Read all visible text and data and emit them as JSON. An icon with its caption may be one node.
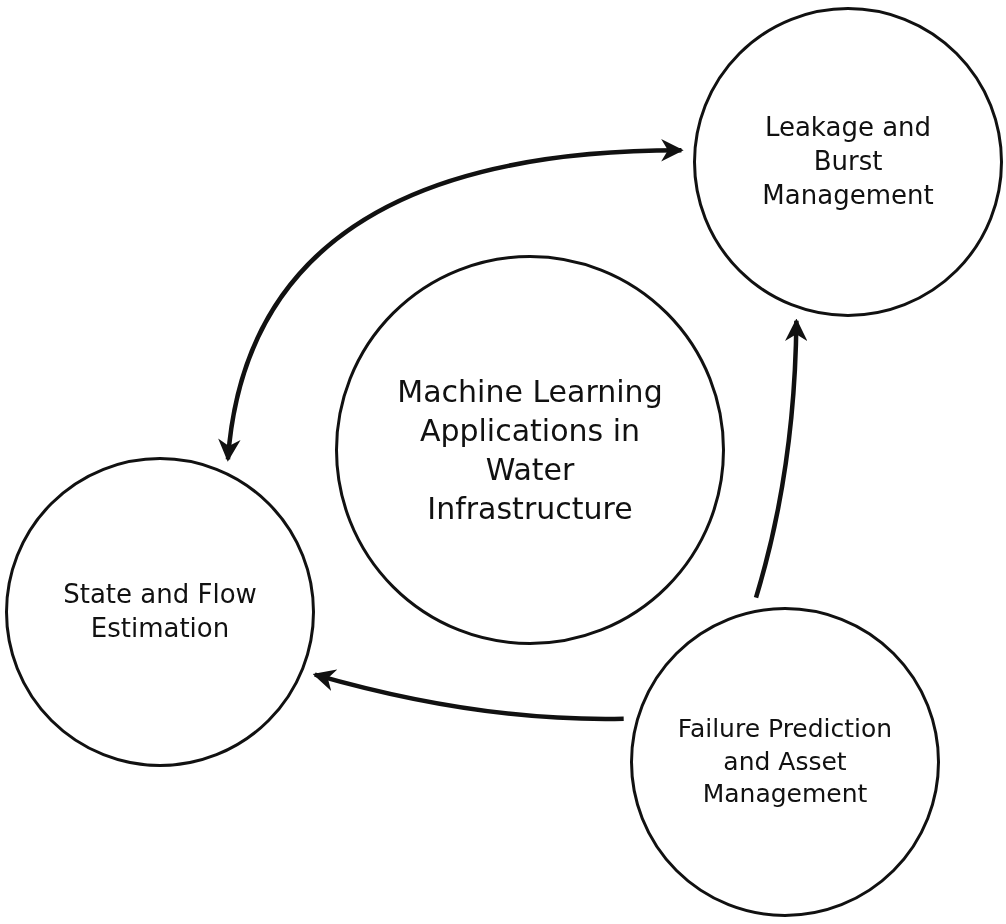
{
  "diagram": {
    "nodes": [
      {
        "text": [
          "Machine Learning Applications in Water Infrastructure"
        ]
      },
      {
        "text": [
          "Leakage and Burst Management"
        ]
      },
      {
        "text": [
          "State and Flow Estimation"
        ]
      },
      {
        "text": [
          "Failure Prediction and Asset Management"
        ]
      }
    ],
    "edges": [
      {
        "from": 2,
        "to": 1,
        "arrow": "both"
      },
      {
        "from": 3,
        "to": 1,
        "arrow": "to"
      },
      {
        "from": 3,
        "to": 2,
        "arrow": "to"
      }
    ]
  }
}
